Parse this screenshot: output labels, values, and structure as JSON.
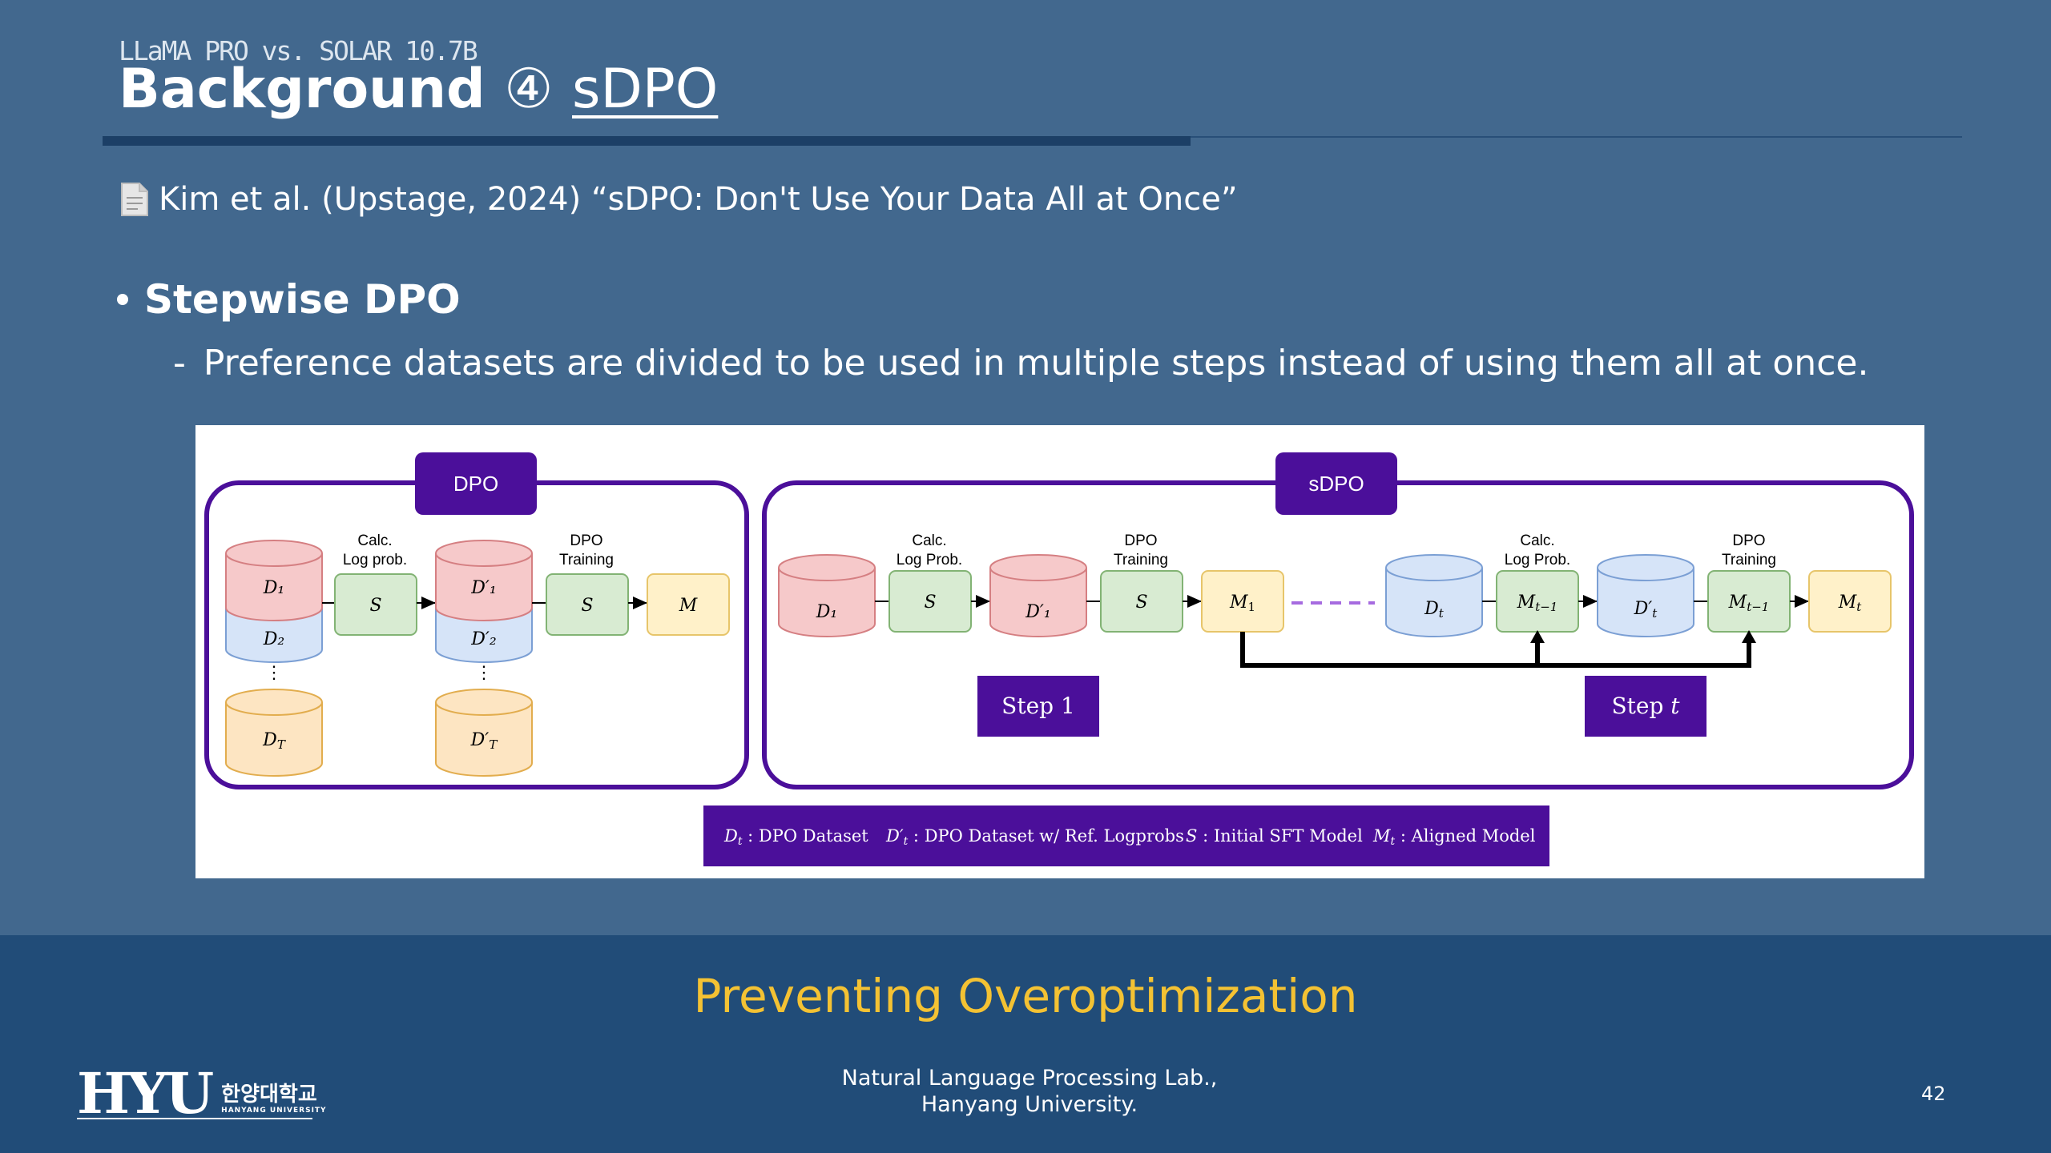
{
  "header": {
    "subtitle": "LLaMA PRO vs. SOLAR 10.7B",
    "title": "Background",
    "number": "④",
    "title_link": "sDPO"
  },
  "reference": {
    "icon": "document-icon",
    "text": "Kim et al. (Upstage, 2024) “sDPO: Don't Use Your Data All at Once”"
  },
  "bullet": {
    "title": "Stepwise DPO",
    "sub": "Preference datasets are divided to be used in multiple steps instead of using them all at once."
  },
  "figure": {
    "dpo": {
      "label": "DPO",
      "calc": [
        "Calc.",
        "Log prob."
      ],
      "train": [
        "DPO",
        "Training"
      ],
      "s": "S",
      "m": "M"
    },
    "sdpo": {
      "label": "sDPO",
      "calc1": [
        "Calc.",
        "Log Prob."
      ],
      "train1": [
        "DPO",
        "Training"
      ],
      "calc2": [
        "Calc.",
        "Log Prob."
      ],
      "train2": [
        "DPO",
        "Training"
      ],
      "s": "S",
      "m1": "M",
      "mt1": "M",
      "mt": "M",
      "step1": "Step 1",
      "stept": "Step"
    },
    "legend": {
      "dt": "DPO Dataset",
      "dtp": "DPO Dataset w/ Ref. Logprobs",
      "s": "Initial SFT Model",
      "mt": "Aligned Model"
    },
    "colors": {
      "purple": "#4b0f9a",
      "red": "#f6c9ca",
      "blue": "#d6e4f8",
      "orange": "#fde5c2",
      "green": "#d8ebd2",
      "yellow": "#fff1c9"
    }
  },
  "footer": {
    "title": "Preventing Overoptimization",
    "lab_line1": "Natural Language Processing Lab.,",
    "lab_line2": "Hanyang University.",
    "page": "42",
    "logo_main": "HYU",
    "logo_ko": "한양대학교",
    "logo_en": "HANYANG UNIVERSITY"
  }
}
